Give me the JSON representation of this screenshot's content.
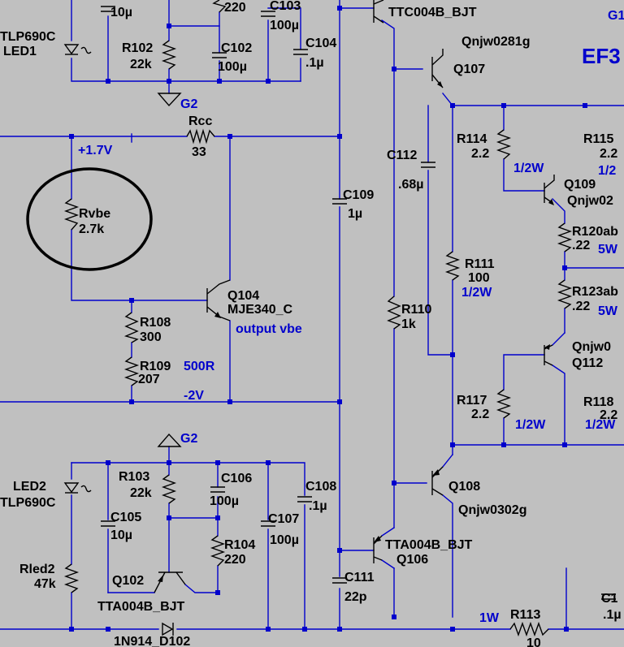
{
  "colors": {
    "background": "#c0c0c0",
    "wire": "#0000cc",
    "component": "#000000",
    "annotation": "#0000cc"
  },
  "labels": {
    "c103_name": "C103",
    "c103_val": "100µ",
    "c101_val": "10µ",
    "r101_val": "220",
    "led1_part": "TLP690C",
    "led1_name": "LED1",
    "r102_name": "R102",
    "r102_val": "22k",
    "c102_name": "C102",
    "c102_val": "100µ",
    "c104_name": "C104",
    "c104_val": ".1µ",
    "g2_top": "G2",
    "q105_part": "TTC004B_BJT",
    "q107_part": "Qnjw0281g",
    "q107_name": "Q107",
    "g1_top": "G1",
    "ef3": "EF3",
    "rcc_name": "Rcc",
    "rcc_val": "33",
    "v_plus": "+1.7V",
    "c112_name": "C112",
    "c112_val": ".68µ",
    "r114_name": "R114",
    "r114_val": "2.2",
    "r115_name": "R115",
    "r115_val": "2.2",
    "half_w1": "1/2W",
    "half_w1b": "1/2",
    "q109_name": "Q109",
    "q109_part": "Qnjw02",
    "rvbe_name": "Rvbe",
    "rvbe_val": "2.7k",
    "c109_name": "C109",
    "c109_val": "1µ",
    "r120_name": "R120ab",
    "r120_val": ".22",
    "w5_a": "5W",
    "r111_name": "R111",
    "r111_val": "100",
    "r111_pw": "1/2W",
    "r123_name": "R123ab",
    "r123_val": ".22",
    "w5_b": "5W",
    "q104_name": "Q104",
    "q104_part": "MJE340_C",
    "out_vbe": "output vbe",
    "r108_name": "R108",
    "r108_val": "300",
    "r110_name": "R110",
    "r110_val": "1k",
    "q112_part": "Qnjw0",
    "q112_name": "Q112",
    "r109_name": "R109",
    "r109_val": "207",
    "r500": "500R",
    "v_minus": "-2V",
    "r117_name": "R117",
    "r117_val": "2.2",
    "half_w2": "1/2W",
    "r118_name": "R118",
    "r118_val": "2.2",
    "half_w2b": "1/2W",
    "g2_mid": "G2",
    "r103_name": "R103",
    "r103_val": "22k",
    "c106_name": "C106",
    "c106_val": "100µ",
    "q108_name": "Q108",
    "q108_part": "Qnjw0302g",
    "led2_name": "LED2",
    "led2_part": "TLP690C",
    "c108_name": "C108",
    "c108_val": ".1µ",
    "c105_name": "C105",
    "c105_val": "10µ",
    "c107_name": "C107",
    "c107_val": "100µ",
    "r104_name": "R104",
    "r104_val": "220",
    "q106_part": "TTA004B_BJT",
    "q106_name": "Q106",
    "rled2_name": "Rled2",
    "rled2_val": "47k",
    "q102_name": "Q102",
    "q102_part": "TTA004B_BJT",
    "c111_name": "C111",
    "c111_val": "22p",
    "c1_partial": "C1",
    "c1_partial_val": ".1µ",
    "one_w": "1W",
    "r113_name": "R113",
    "r113_val": "10",
    "d102_name": "1N914_D102"
  }
}
